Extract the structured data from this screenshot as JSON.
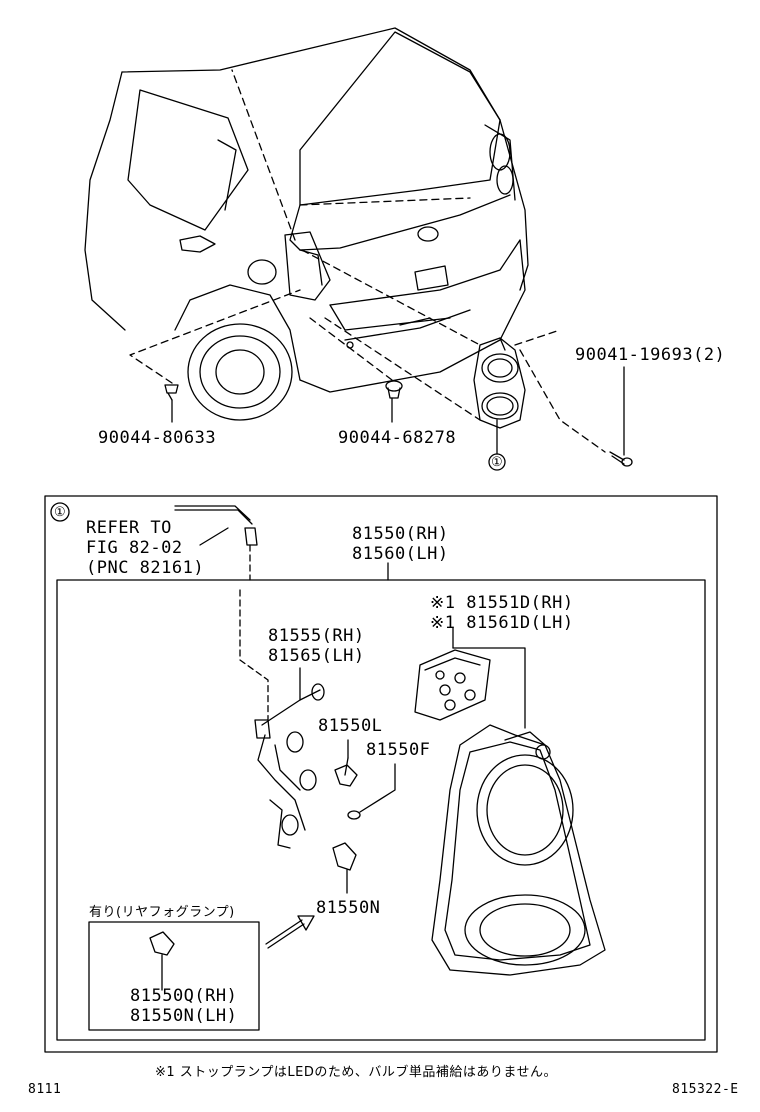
{
  "top_labels": {
    "screw": "90041-19693(2)",
    "clip_left": "90044-80633",
    "clip_right": "90044-68278",
    "ref_marker_top": "①"
  },
  "box": {
    "marker": "①",
    "refer_line1": "REFER TO",
    "refer_line2": "FIG 82-02",
    "refer_line3": "(PNC 82161)",
    "assy_rh": "81550(RH)",
    "assy_lh": "81560(LH)",
    "led_rh": "※1 81551D(RH)",
    "led_lh": "※1 81561D(LH)",
    "socket_rh": "81555(RH)",
    "socket_lh": "81565(LH)",
    "bulb_l": "81550L",
    "bulb_f": "81550F",
    "bulb_n": "81550N",
    "option_caption": "有り(リヤフォグランプ)",
    "fog_rh": "81550Q(RH)",
    "fog_lh": "81550N(LH)"
  },
  "footer": {
    "note": "※1 ストップランプはLEDのため、バルブ単品補給はありません。",
    "page_left": "8111",
    "page_right": "815322-E"
  }
}
